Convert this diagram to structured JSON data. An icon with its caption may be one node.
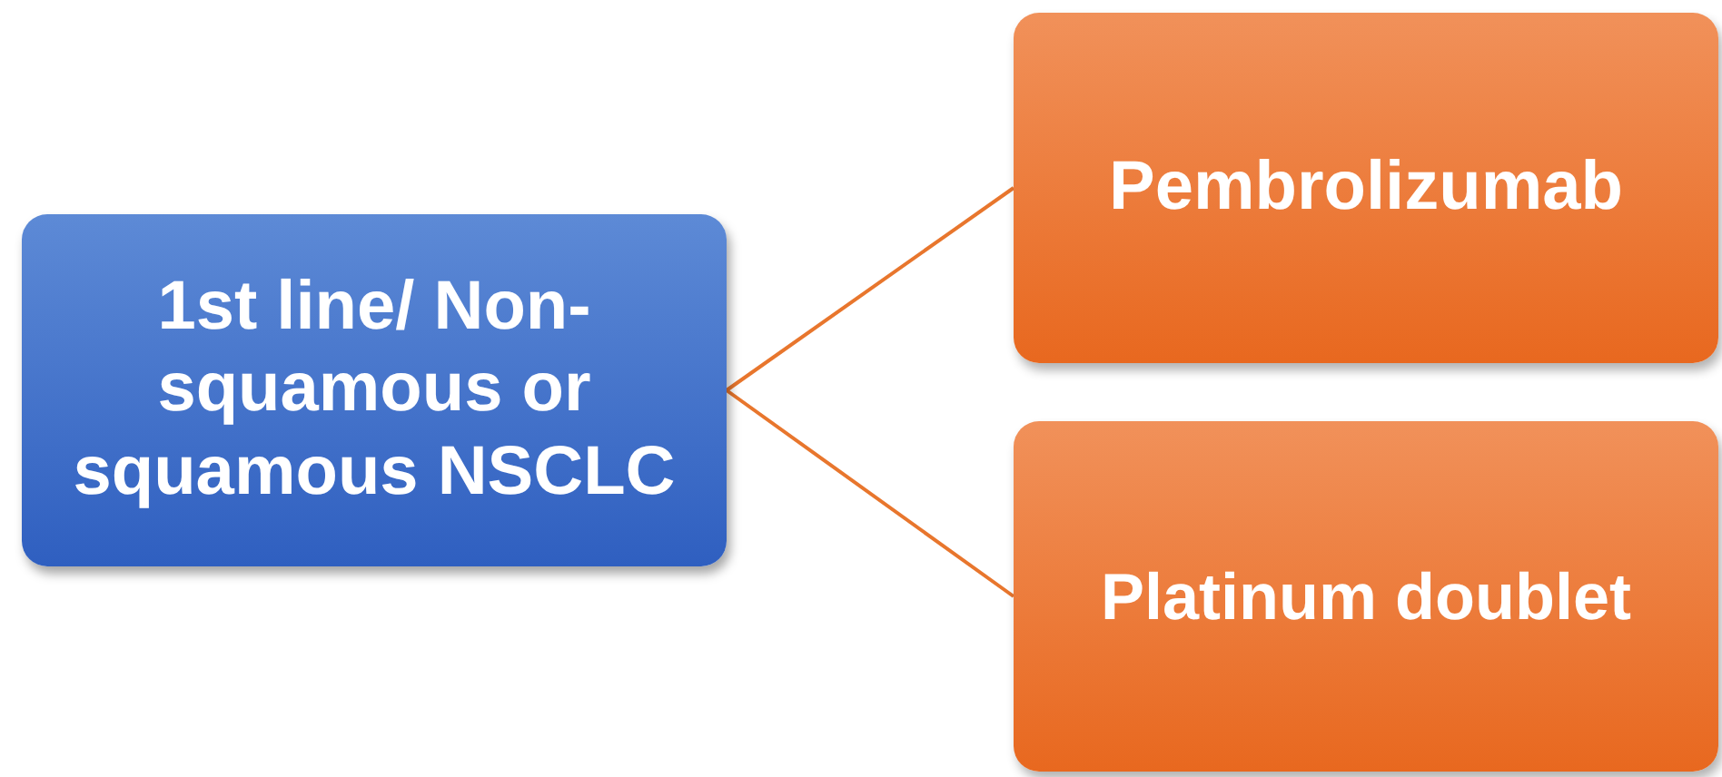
{
  "diagram": {
    "nodes": [
      {
        "text": [
          "1st line/ Non-squamous or squamous NSCLC"
        ]
      },
      {
        "text": [
          "Pembrolizumab"
        ]
      },
      {
        "text": [
          "Platinum doublet"
        ]
      }
    ],
    "edges": [
      {
        "from": 0,
        "to": 1,
        "arrow": "none"
      },
      {
        "from": 0,
        "to": 2,
        "arrow": "none"
      }
    ]
  }
}
